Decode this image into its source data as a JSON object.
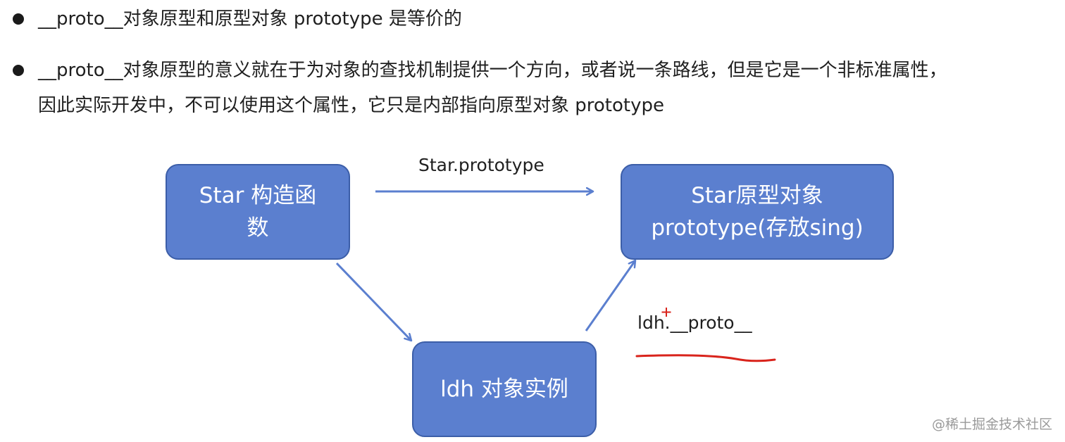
{
  "bullets": [
    "__proto__对象原型和原型对象 prototype 是等价的",
    "__proto__对象原型的意义就在于为对象的查找机制提供一个方向，或者说一条路线，但是它是一个非标准属性，",
    "因此实际开发中，不可以使用这个属性，它只是内部指向原型对象 prototype"
  ],
  "diagram": {
    "constructor_box": [
      "Star 构造函",
      "数"
    ],
    "prototype_box": [
      "Star原型对象",
      "prototype(存放sing)"
    ],
    "instance_box": "ldh 对象实例",
    "arrow_label_prototype": "Star.prototype",
    "arrow_label_proto": "ldh.__proto__"
  },
  "watermark": "@稀土掘金技术社区",
  "colors": {
    "box_fill": "#5b7fcf",
    "box_border": "#3c5ea8",
    "arrow": "#5b7fcf",
    "annotation_red": "#d9241c"
  }
}
